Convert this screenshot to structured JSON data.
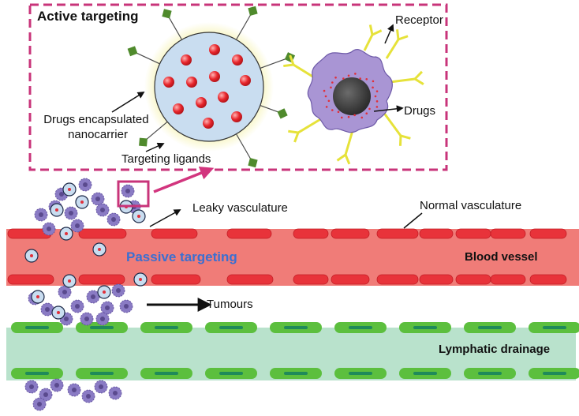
{
  "inset": {
    "title": "Active targeting",
    "labels": {
      "nanocarrier": "Drugs encapsulated\nnanocarrier",
      "ligands": "Targeting ligands",
      "receptor": "Receptor",
      "drugs": "Drugs"
    }
  },
  "vessel": {
    "leaky": "Leaky vasculature",
    "normal": "Normal vasculature",
    "passive": "Passive targeting",
    "blood": "Blood vessel"
  },
  "tumour_label": "Tumours",
  "lymph_label": "Lymphatic drainage",
  "colors": {
    "inset_border": "#c8347a",
    "blood": "#f07c78",
    "blood_cell": "#e8333a",
    "lymph": "#b9e2cc",
    "lymph_cell": "#5cbf3e",
    "passive_text": "#3b6fd1",
    "tumour_cell": "#8a7bc4",
    "nanocarrier": "#c9ddf0",
    "ligand": "#4f8a2c",
    "receptor": "#e6e23a"
  }
}
